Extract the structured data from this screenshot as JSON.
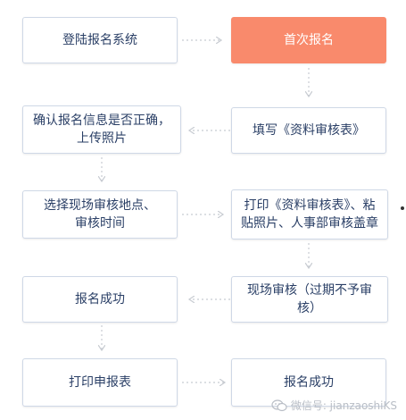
{
  "nodes": {
    "login": "登陆报名系统",
    "first_signup": "首次报名",
    "fill_form": "填写《资料审核表》",
    "confirm_info": "确认报名信息是否正确，\n上传照片",
    "choose_location": "选择现场审核地点、\n审核时间",
    "print_form": "打印《资料审核表》、粘\n贴照片、人事部审核盖章",
    "signup_success_left": "报名成功",
    "onsite_review": "现场审核（过期不予审核）",
    "print_application": "打印申报表",
    "signup_success_right": "报名成功"
  },
  "watermark": {
    "text": "微信号: jianzaoshiKS",
    "icon": "wechat-icon"
  },
  "colors": {
    "accent": "#f98a6c",
    "text": "#2a3f66",
    "border": "#cfd8e6",
    "arrow": "#c8ccd2"
  }
}
